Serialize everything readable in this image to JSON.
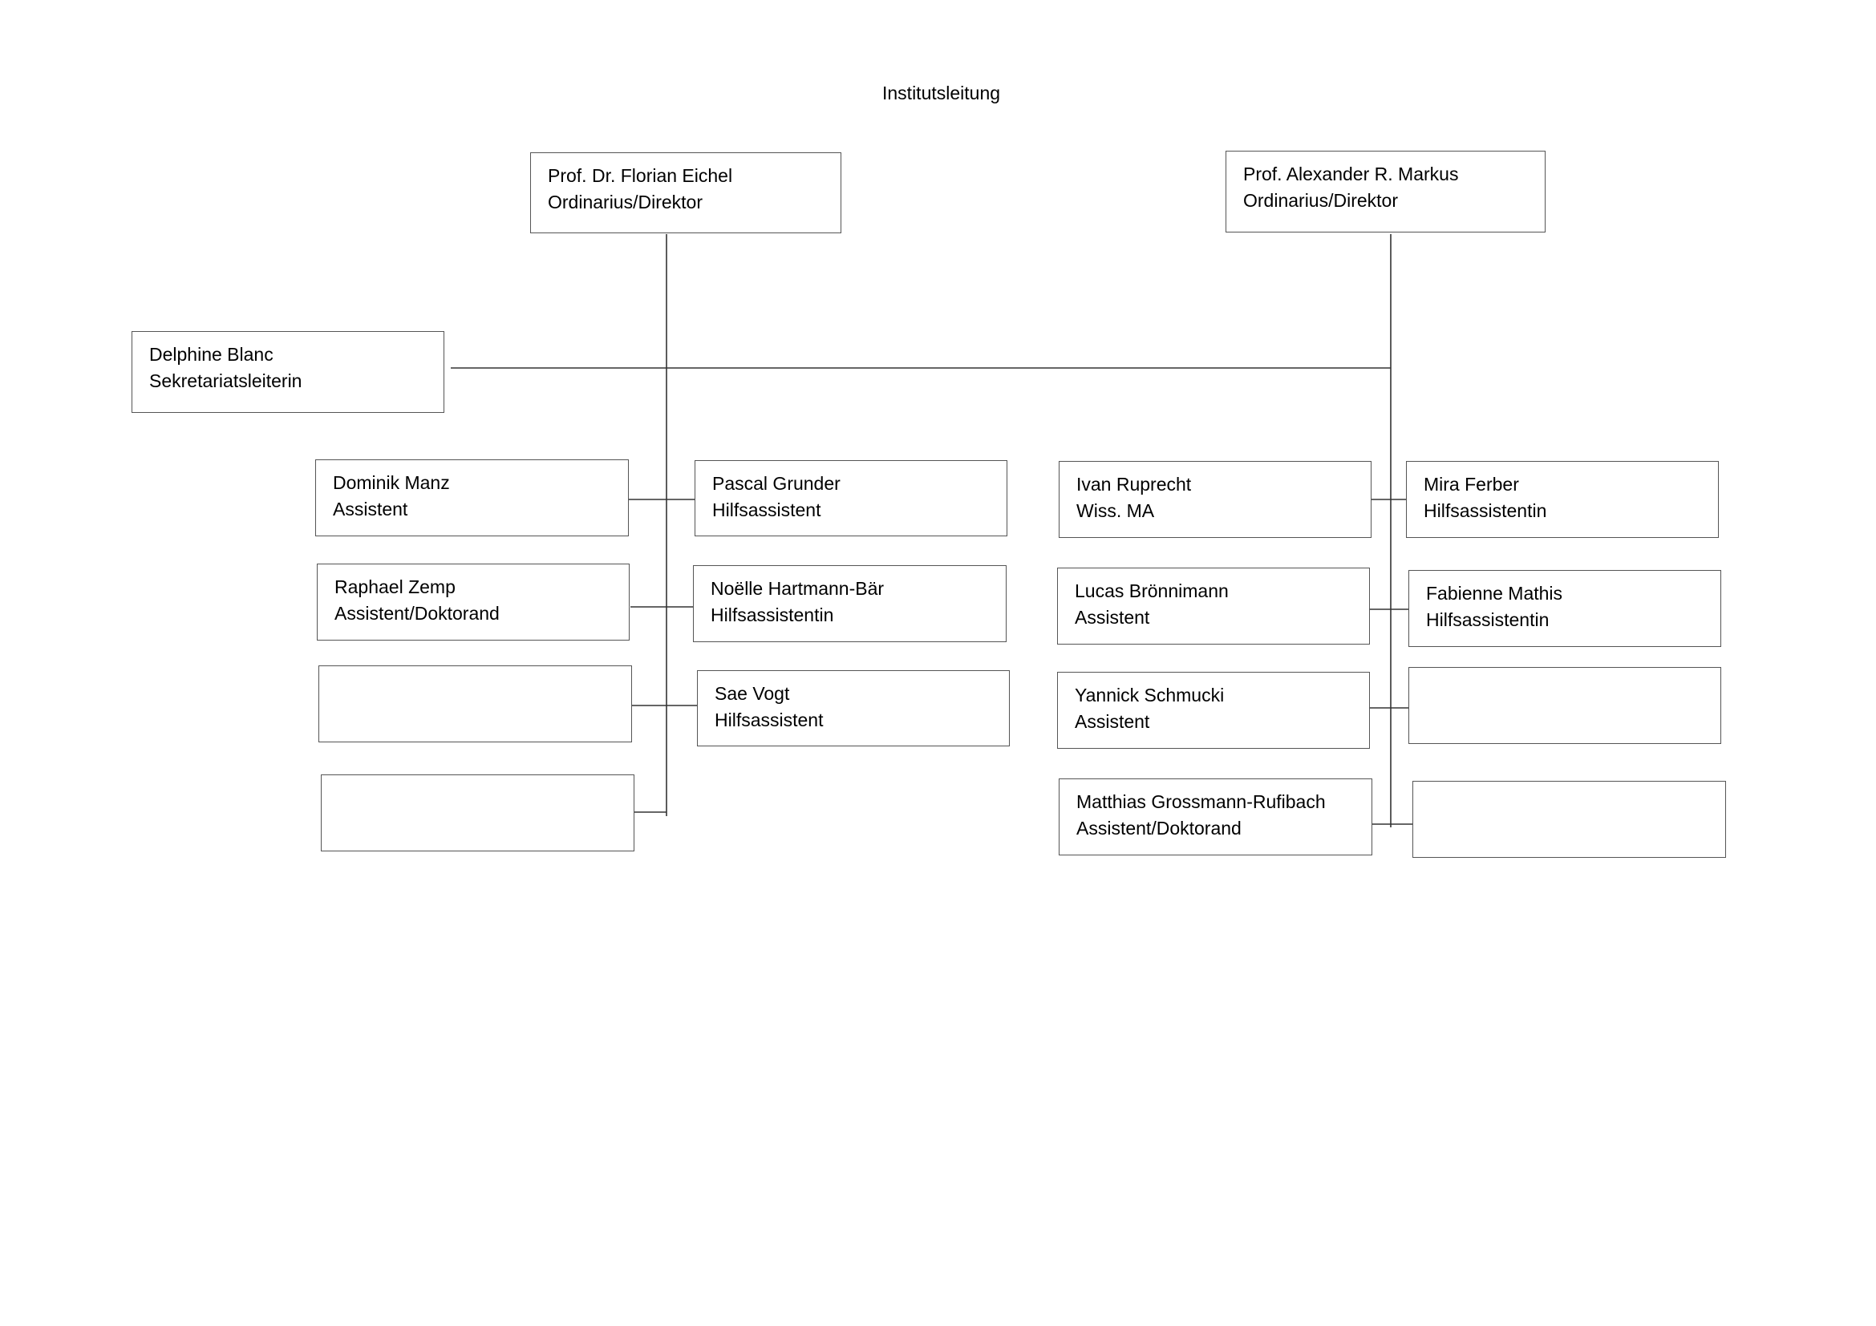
{
  "title": "Institutsleitung",
  "directors": [
    {
      "name": "Prof. Dr. Florian Eichel",
      "role": "Ordinarius/Direktor"
    },
    {
      "name": "Prof. Alexander R. Markus",
      "role": "Ordinarius/Direktor"
    }
  ],
  "secretariat": {
    "name": "Delphine Blanc",
    "role": "Sekretariatsleiterin"
  },
  "left_team": {
    "assistants": [
      {
        "name": "Dominik Manz",
        "role": "Assistent"
      },
      {
        "name": "Raphael Zemp",
        "role": "Assistent/Doktorand"
      },
      {
        "name": "",
        "role": ""
      },
      {
        "name": "",
        "role": ""
      }
    ],
    "helpers": [
      {
        "name": "Pascal Grunder",
        "role": "Hilfsassistent"
      },
      {
        "name": "Noëlle Hartmann-Bär",
        "role": "Hilfsassistentin"
      },
      {
        "name": "Sae Vogt",
        "role": "Hilfsassistent"
      }
    ]
  },
  "right_team": {
    "assistants": [
      {
        "name": "Ivan Ruprecht",
        "role": "Wiss. MA"
      },
      {
        "name": "Lucas Brönnimann",
        "role": "Assistent"
      },
      {
        "name": "Yannick Schmucki",
        "role": "Assistent"
      },
      {
        "name": "Matthias Grossmann-Rufibach",
        "role": "Assistent/Doktorand"
      }
    ],
    "helpers": [
      {
        "name": "Mira Ferber",
        "role": "Hilfsassistentin"
      },
      {
        "name": "Fabienne Mathis",
        "role": "Hilfsassistentin"
      },
      {
        "name": "",
        "role": ""
      },
      {
        "name": "",
        "role": ""
      }
    ]
  }
}
